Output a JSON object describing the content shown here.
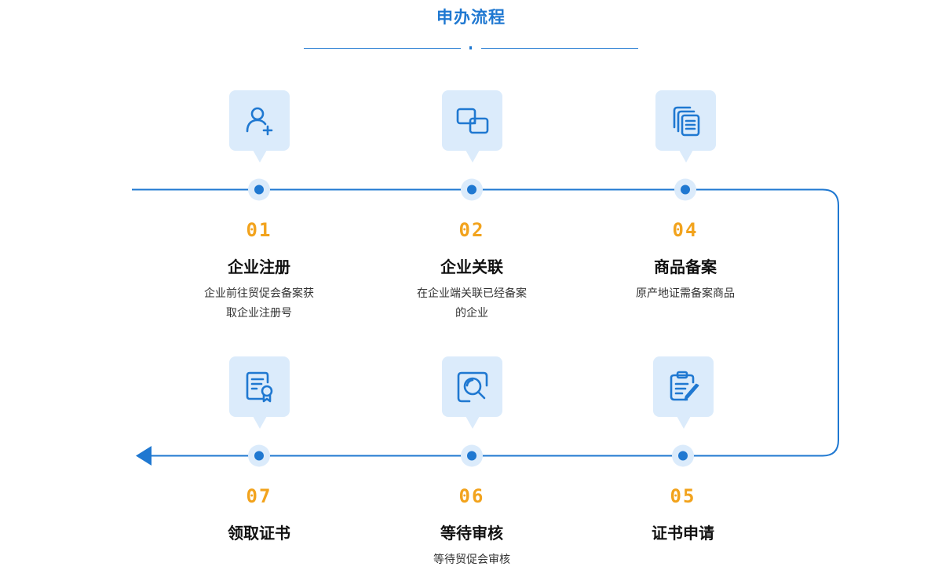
{
  "header": {
    "title": "申办流程"
  },
  "colors": {
    "accent": "#1f78d1",
    "number": "#f2a31d",
    "icon_bg": "#dbebfb"
  },
  "steps": [
    {
      "number": "01",
      "title": "企业注册",
      "desc_line1": "企业前往贸促会备案获",
      "desc_line2": "取企业注册号",
      "icon": "user-add-icon"
    },
    {
      "number": "02",
      "title": "企业关联",
      "desc_line1": "在企业端关联已经备案",
      "desc_line2": "的企业",
      "icon": "link-squares-icon"
    },
    {
      "number": "04",
      "title": "商品备案",
      "desc_line1": "原产地证需备案商品",
      "desc_line2": "",
      "icon": "documents-icon"
    },
    {
      "number": "05",
      "title": "证书申请",
      "desc_line1": "",
      "desc_line2": "",
      "icon": "clipboard-edit-icon"
    },
    {
      "number": "06",
      "title": "等待审核",
      "desc_line1": "等待贸促会审核",
      "desc_line2": "",
      "icon": "search-review-icon"
    },
    {
      "number": "07",
      "title": "领取证书",
      "desc_line1": "",
      "desc_line2": "",
      "icon": "certificate-icon"
    }
  ]
}
